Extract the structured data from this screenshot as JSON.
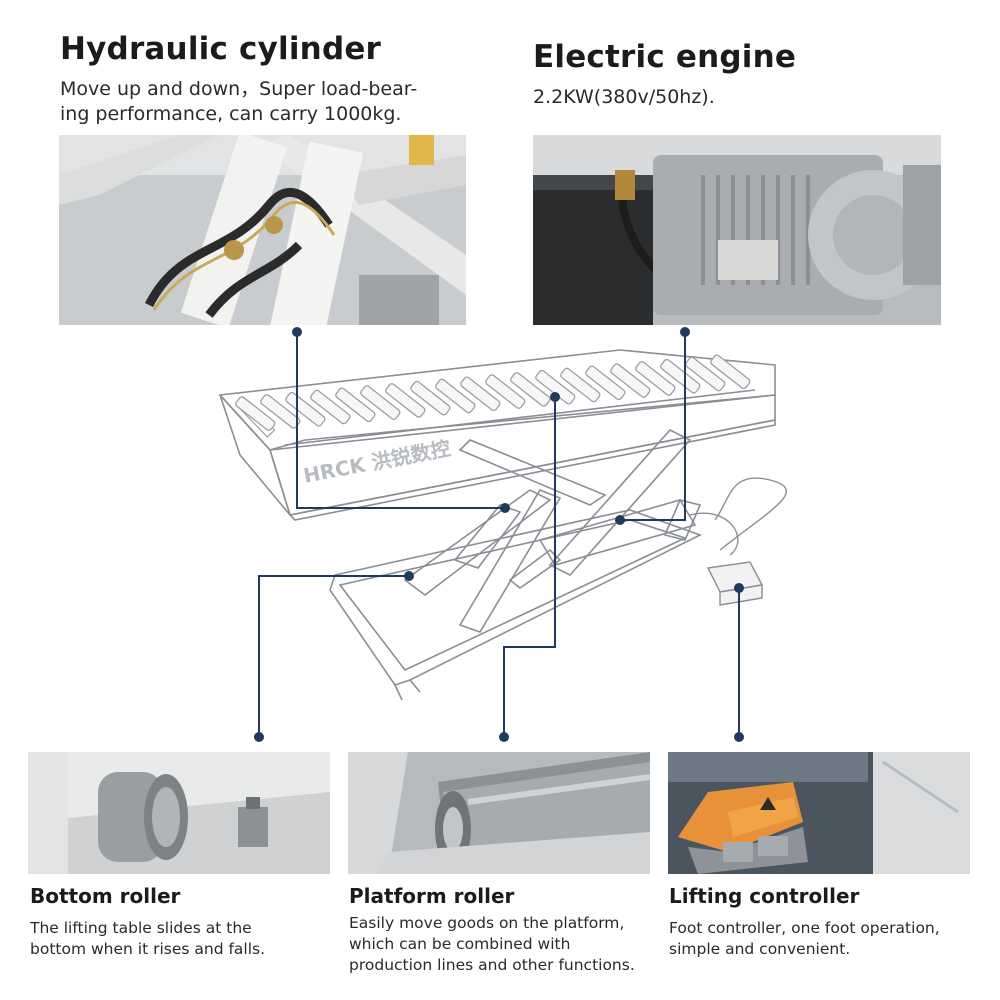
{
  "features": {
    "hydraulic_cylinder": {
      "title": "Hydraulic cylinder",
      "desc_line1": "Move up and down，Super load-bear-",
      "desc_line2": "ing performance, can carry 1000kg."
    },
    "electric_engine": {
      "title": "Electric engine",
      "desc_line1": "2.2KW(380v/50hz)."
    },
    "bottom_roller": {
      "title": "Bottom roller",
      "desc_line1": "The lifting table slides at the",
      "desc_line2": "bottom when it rises and falls."
    },
    "platform_roller": {
      "title": "Platform roller",
      "desc_line1": "Easily move goods on the platform,",
      "desc_line2": "which can be combined with",
      "desc_line3": "production lines and other functions."
    },
    "lifting_controller": {
      "title": "Lifting controller",
      "desc_line1": "Foot controller, one foot operation,",
      "desc_line2": "simple and convenient."
    }
  },
  "logo": {
    "text": "HRCK 洪锐数控"
  },
  "colors": {
    "connector": "#1f3a5c",
    "machine_line": "#8a8f95",
    "background": "#ffffff"
  }
}
